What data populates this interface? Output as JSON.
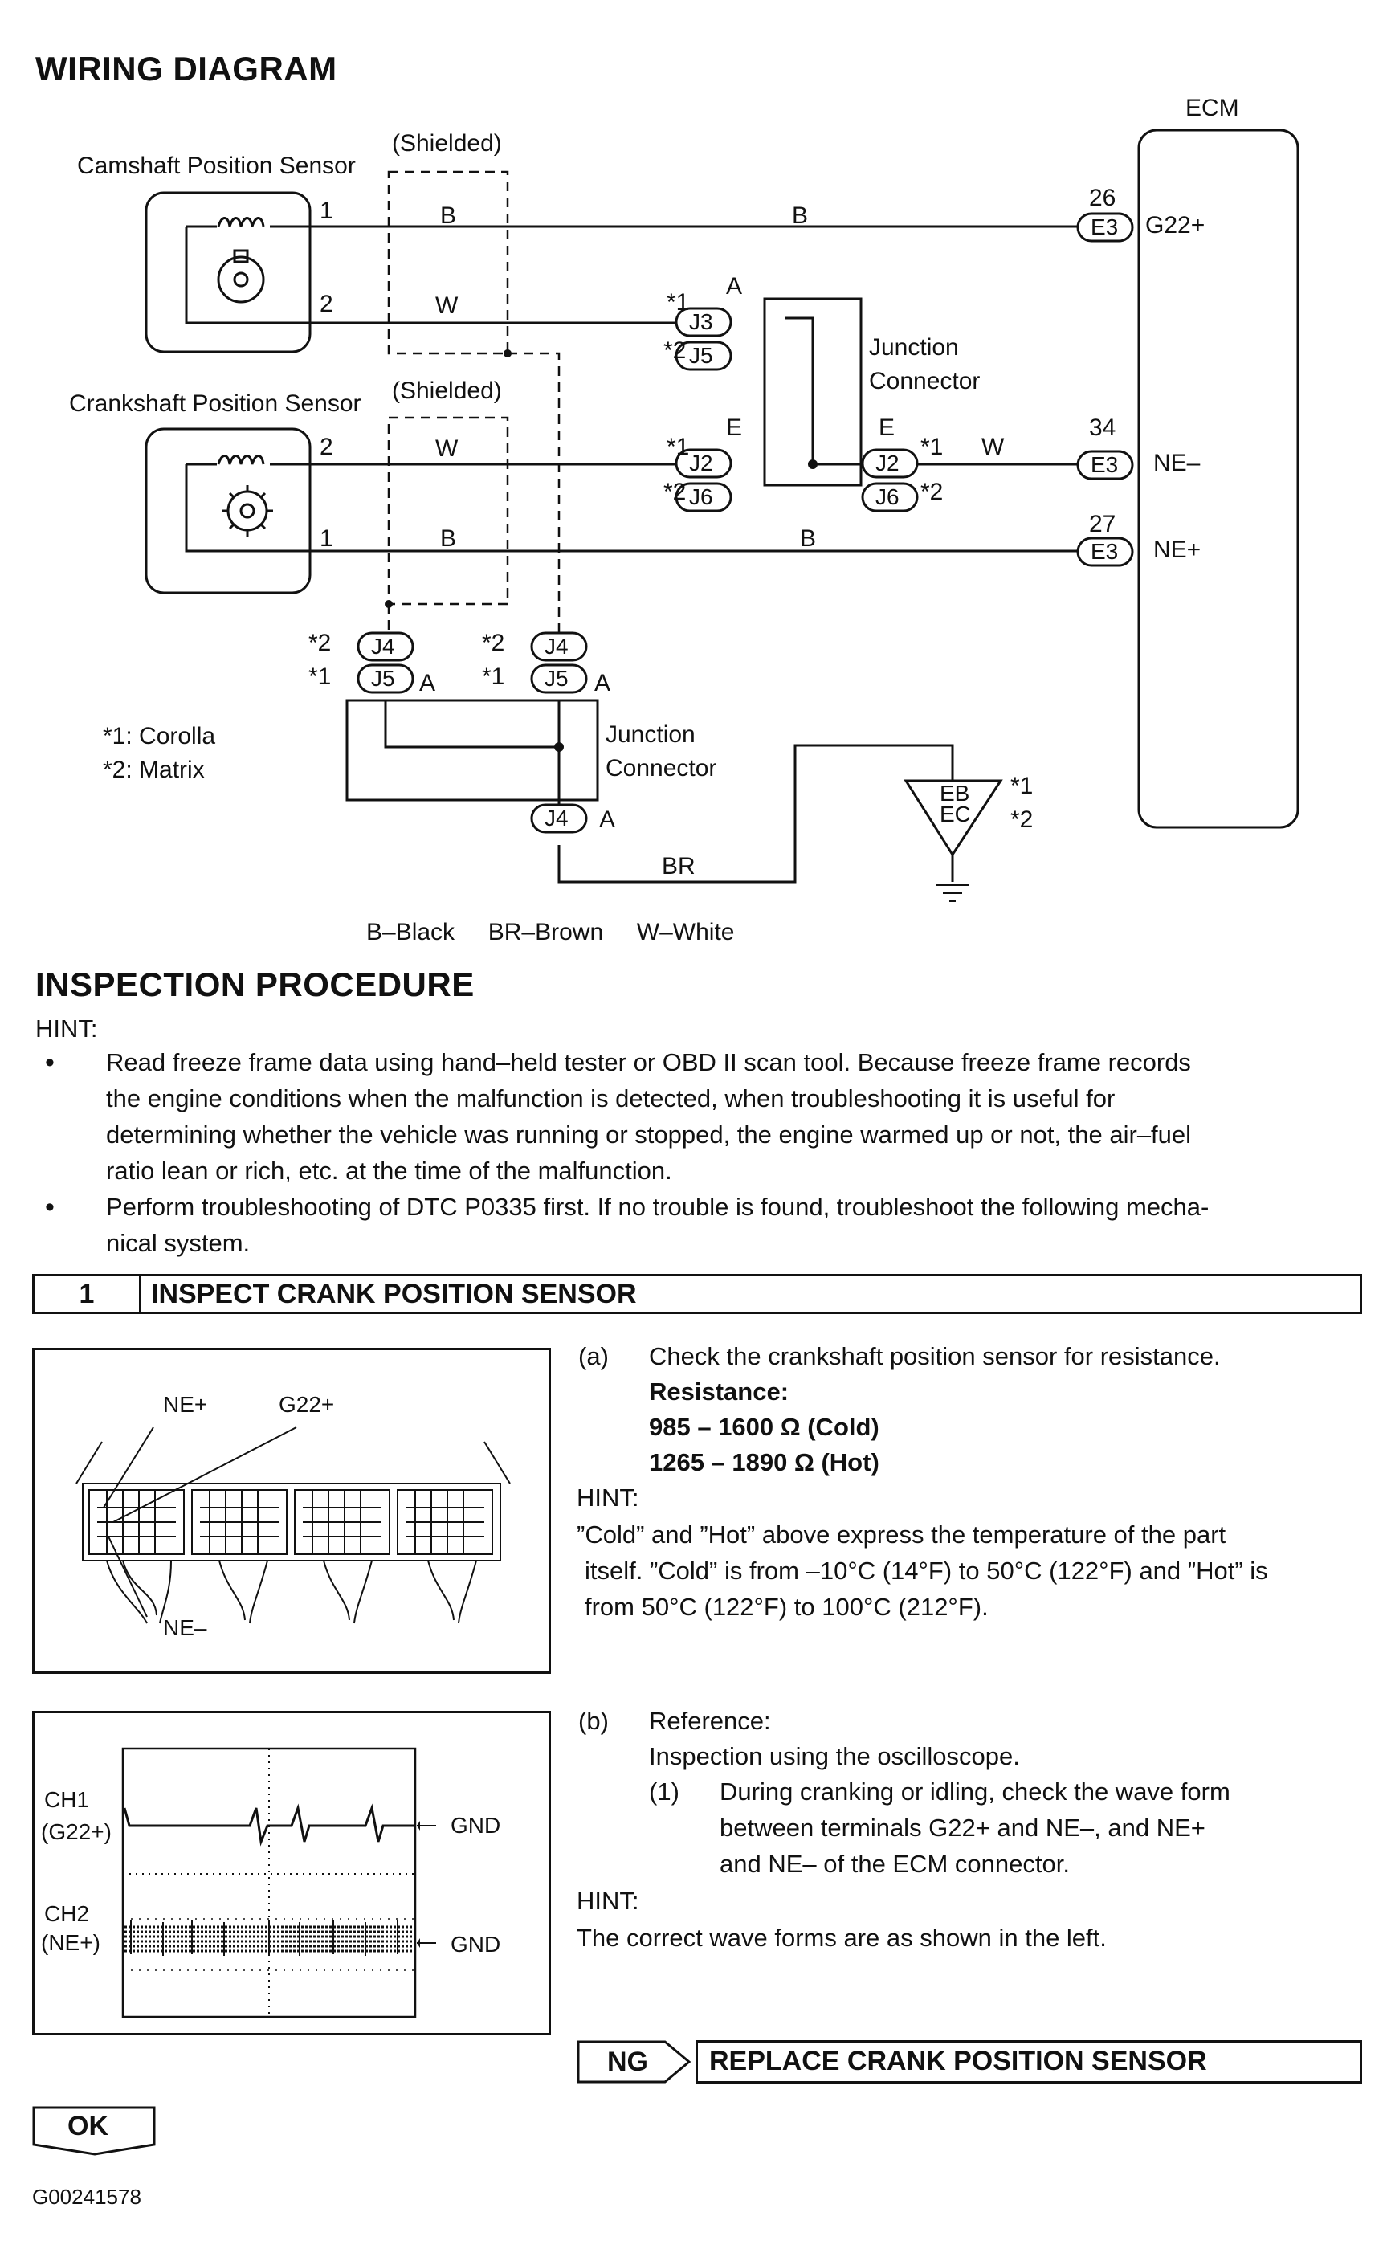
{
  "wiring": {
    "title": "WIRING DIAGRAM",
    "ecm": "ECM",
    "shielded_1": "(Shielded)",
    "shielded_2": "(Shielded)",
    "cam_sensor": "Camshaft Position Sensor",
    "crank_sensor": "Crankshaft Position Sensor",
    "pin_cam_1": "1",
    "pin_cam_2": "2",
    "pin_crank_2": "2",
    "pin_crank_1": "1",
    "wire_B": "B",
    "wire_W": "W",
    "wire_BR": "BR",
    "mark1": "*1",
    "mark2": "*2",
    "letter_A": "A",
    "letter_E": "E",
    "J2": "J2",
    "J3": "J3",
    "J4": "J4",
    "J5": "J5",
    "J6": "J6",
    "E3": "E3",
    "junction_label": "Junction",
    "connector_label": "Connector",
    "pin_26": "26",
    "pin_34": "34",
    "pin_27": "27",
    "sig_g22": "G22+",
    "sig_ne_minus": "NE–",
    "sig_ne_plus": "NE+",
    "ground_eb": "EB",
    "ground_ec": "EC",
    "note_1": "*1: Corolla",
    "note_2": "*2: Matrix",
    "legend": "B–Black     BR–Brown     W–White"
  },
  "inspection": {
    "title": "INSPECTION PROCEDURE",
    "hint": "HINT:",
    "bullet": "•",
    "bullet1_lines": [
      "Read freeze frame data using hand–held tester or OBD II scan tool. Because freeze frame records",
      "the engine conditions when the malfunction is detected, when troubleshooting it is useful for",
      "determining  whether the vehicle was running or stopped, the engine warmed up or not, the air–fuel",
      "ratio lean or rich, etc. at the time of the malfunction."
    ],
    "bullet2_lines": [
      "Perform troubleshooting of DTC P0335 first. If no trouble is found, troubleshoot the following mecha-",
      "nical system."
    ]
  },
  "step1": {
    "number": "1",
    "title": "INSPECT CRANK POSITION SENSOR",
    "connector_fig": {
      "ne_plus": "NE+",
      "g22_plus": "G22+",
      "ne_minus": "NE–"
    },
    "a_label": "(a)",
    "a_text": "Check the crankshaft position sensor for resistance.",
    "resistance_label": "Resistance:",
    "resistance_cold": "985 – 1600 Ω (Cold)",
    "resistance_hot": "1265 – 1890 Ω (Hot)",
    "hint": "HINT:",
    "hint_lines": [
      "”Cold” and ”Hot” above express the temperature of the part",
      "itself. ”Cold” is from –10°C (14°F) to 50°C (122°F) and ”Hot” is",
      "from 50°C (122°F) to 100°C (212°F)."
    ],
    "scope_fig": {
      "ch1": "CH1",
      "ch1_sig": "(G22+)",
      "ch2": "CH2",
      "ch2_sig": "(NE+)",
      "gnd": "GND"
    },
    "b_label": "(b)",
    "b_text": "Reference:",
    "b_sub": "Inspection using the oscilloscope.",
    "b1_label": "(1)",
    "b1_lines": [
      "During cranking or idling, check the wave form",
      "between terminals  G22+  and  NE–, and  NE+",
      "and NE– of the ECM connector."
    ],
    "hint2": "HINT:",
    "hint2_text": "The correct wave forms are as shown in the left.",
    "ng": "NG",
    "ng_result": "REPLACE CRANK POSITION SENSOR",
    "ok": "OK"
  },
  "footer": {
    "code": "G00241578"
  }
}
